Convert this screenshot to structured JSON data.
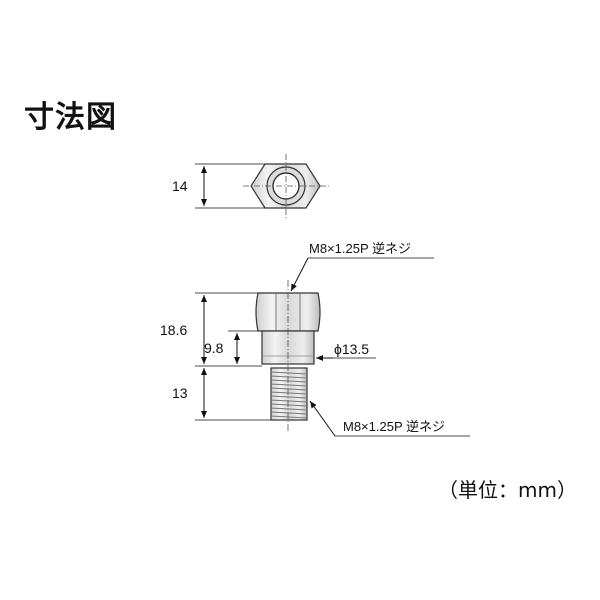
{
  "heading": "寸法図",
  "unit_note": "（単位：mm）",
  "dimensions": {
    "hex_width": "14",
    "total_height": "18.6",
    "collar_height": "9.8",
    "thread_length": "13",
    "collar_diameter": "ϕ13.5"
  },
  "callouts": {
    "top_thread": "M8×1.25P 逆ネジ",
    "bottom_thread": "M8×1.25P 逆ネジ"
  }
}
